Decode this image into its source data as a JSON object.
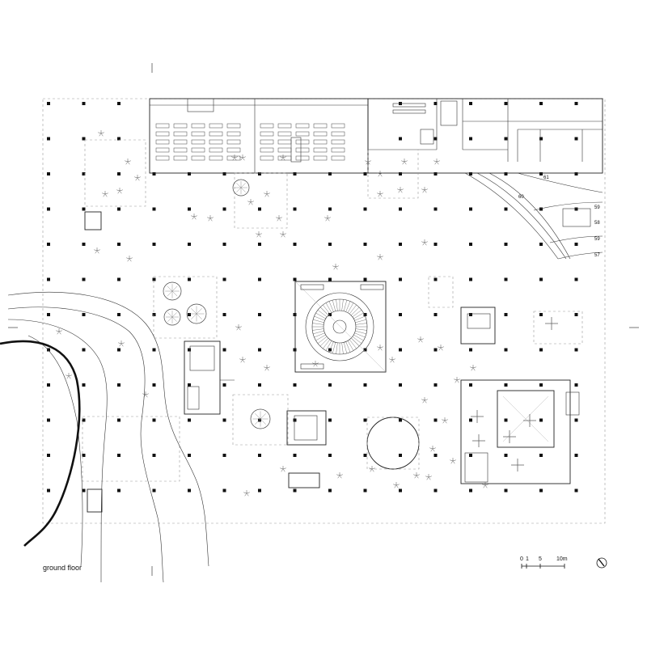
{
  "drawing": {
    "caption": "ground floor",
    "scale_bar": {
      "labels": [
        "0",
        "1",
        "5",
        "10m"
      ]
    },
    "north_arrow_icon": "north-arrow-icon"
  },
  "room_numbers": [
    "61",
    "60",
    "59",
    "58",
    "57"
  ],
  "colors": {
    "line": "#222222",
    "dashed": "#999999",
    "column": "#111111",
    "river": "#111111"
  }
}
